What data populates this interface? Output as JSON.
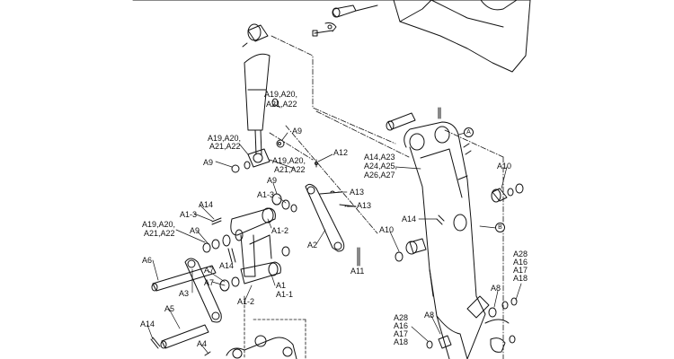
{
  "labels": {
    "a19_a20_top": "A19,A20,",
    "a21_a22_top": "A21,A22",
    "a19_a20_left": "A19,A20,",
    "a21_a22_left": "A21,A22",
    "a9_right_cyl": "A9",
    "a9_left_cyl": "A9",
    "a19_a20_mid": "A19,A20,",
    "a21_a22_mid": "A21,A22",
    "a12": "A12",
    "a9_mid": "A9",
    "a13_a": "A13",
    "a13_b": "A13",
    "a1_3_a": "A1-3",
    "a14_a": "A14",
    "a1_3_b": "A1-3",
    "a19_a20_low": "A19,A20,",
    "a21_a22_low": "A21,A22",
    "a9_low": "A9",
    "a1_2_a": "A1-2",
    "a2": "A2",
    "a11": "A11",
    "a6": "A6",
    "a14_b": "A14",
    "a7_a": "A7",
    "a7_b": "A7",
    "a1": "A1",
    "a1_1": "A1-1",
    "a3": "A3",
    "a1_2_b": "A1-2",
    "a5": "A5",
    "a14_c": "A14",
    "a4": "A4",
    "a14_a23": "A14,A23",
    "a24_a25": "A24,A25,",
    "a26_a27": "A26,A27",
    "a14_arm": "A14",
    "a10_top": "A10",
    "a10_mid": "A10",
    "a28_r": "A28",
    "a16_r": "A16",
    "a17_r": "A17",
    "a18_r": "A18",
    "a8_r": "A8",
    "a28_l": "A28",
    "a16_l": "A16",
    "a17_l": "A17",
    "a18_l": "A18",
    "a8_l": "A8",
    "marker_a": "A",
    "marker_b": "B"
  }
}
